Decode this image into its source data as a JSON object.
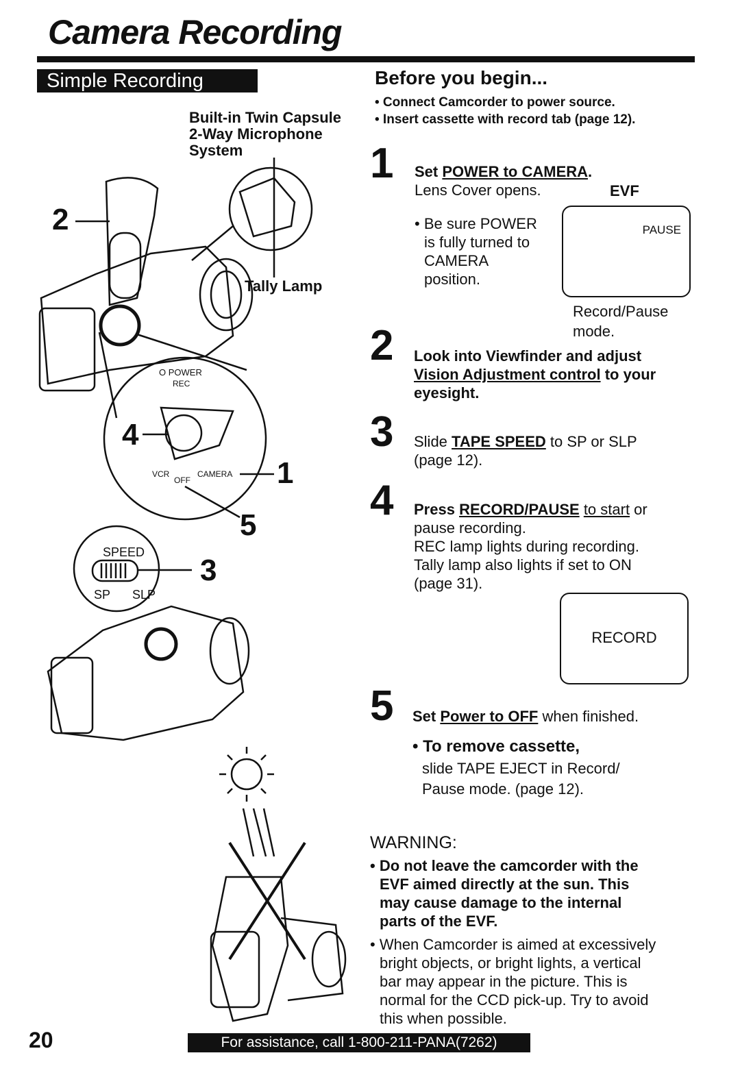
{
  "header": {
    "title": "Camera Recording",
    "section": "Simple Recording"
  },
  "before": {
    "heading": "Before you begin...",
    "bullets": [
      "• Connect Camcorder to power source.",
      "• Insert cassette with record tab (page 12)."
    ]
  },
  "figure": {
    "mic_label_1": "Built-in Twin Capsule",
    "mic_label_2": "2-Way Microphone",
    "mic_label_3": "System",
    "tally_label": "Tally Lamp",
    "power_label": "O POWER",
    "rec_label": "REC",
    "vcr_label": "VCR",
    "off_label": "OFF",
    "camera_label": "CAMERA",
    "speed_label": "SPEED",
    "sp_label": "SP",
    "slp_label": "SLP",
    "callouts": [
      "2",
      "4",
      "1",
      "5",
      "3"
    ]
  },
  "steps": {
    "s1": {
      "num": "1",
      "pre": "Set ",
      "link": "POWER to CAMERA",
      "post": ".",
      "line2": "Lens Cover opens.",
      "b1": "• Be sure POWER",
      "b2": "is fully turned to",
      "b3": "CAMERA",
      "b4": "position."
    },
    "evf": {
      "label": "EVF",
      "pause": "PAUSE",
      "caption1": "Record/Pause",
      "caption2": "mode."
    },
    "s2": {
      "num": "2",
      "line1": "Look into Viewfinder and adjust",
      "link": "Vision Adjustment control",
      "post": " to your",
      "line3": "eyesight."
    },
    "s3": {
      "num": "3",
      "pre": "Slide ",
      "link": "TAPE SPEED",
      "post": " to SP or SLP",
      "line2": "(page 12)."
    },
    "s4": {
      "num": "4",
      "pre": "Press ",
      "link": "RECORD/PAUSE",
      "link2": "to start",
      "post": " or",
      "line2": "pause recording.",
      "line3": "REC lamp lights during recording.",
      "line4": "Tally lamp also lights if set to ON",
      "line5": "(page 31).",
      "screen": "RECORD"
    },
    "s5": {
      "num": "5",
      "pre": "Set ",
      "link": "Power to OFF",
      "post": " when finished."
    },
    "remove": {
      "heading": "• To remove cassette,",
      "line1": "slide TAPE EJECT in Record/",
      "line2": "Pause mode.  (page 12)."
    }
  },
  "warning": {
    "title": "WARNING:",
    "w1": [
      "• Do not leave the camcorder with the",
      "EVF aimed directly at the sun. This",
      "may cause damage to the internal",
      "parts of the EVF."
    ],
    "w2": [
      "• When Camcorder is aimed at excessively",
      "bright objects, or bright lights, a vertical",
      "bar may appear in the picture. This is",
      "normal for the CCD pick-up. Try to avoid",
      "this when possible."
    ]
  },
  "footer": {
    "page": "20",
    "assist": "For assistance, call 1-800-211-PANA(7262)"
  }
}
